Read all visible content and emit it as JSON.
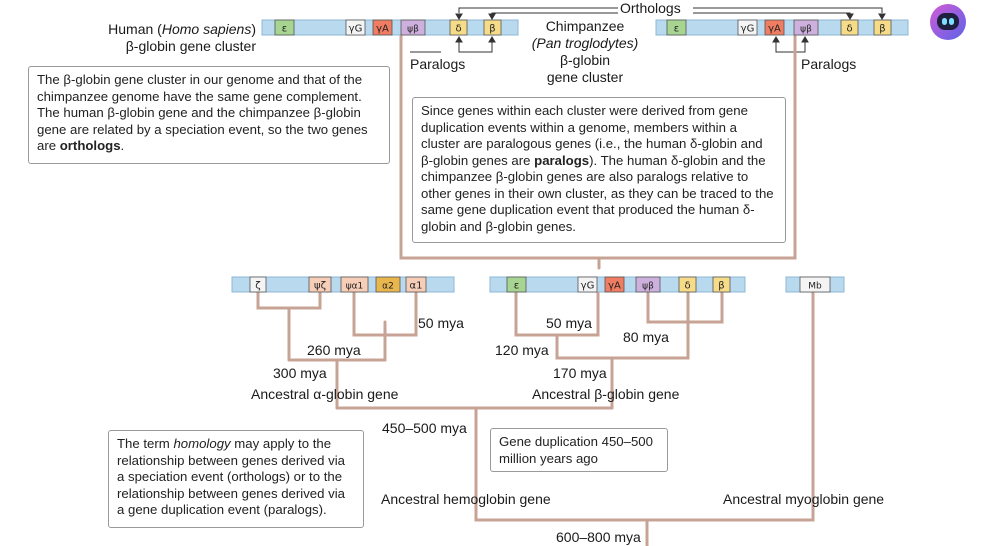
{
  "colors": {
    "chromosome": "#b9d9ef",
    "chromosome_border": "#8fb8d6",
    "connector": "#c7a395",
    "ortholog_line": "#333333",
    "epsilon": "#a7d490",
    "gamma": "#f4f4f4",
    "gammaA": "#f07c62",
    "psi": "#cdb0dd",
    "delta": "#f6dc88",
    "beta": "#f6dc88",
    "zeta": "#f4f4f4",
    "psi_zeta": "#f6cdb7",
    "psi_alpha": "#f6cdb7",
    "alpha2": "#e8b64d",
    "alpha1": "#f6cdb7",
    "mb": "#f4f4f4",
    "bot_icon": "#b05ae0"
  },
  "genes": {
    "epsilon": "ε",
    "gammaG": "γG",
    "gammaA": "γA",
    "psiBeta": "ψβ",
    "delta": "δ",
    "beta": "β",
    "zeta": "ζ",
    "psiZeta": "ψζ",
    "psiAlpha1": "ψα1",
    "alpha2": "α2",
    "alpha1": "α1",
    "myoglobin": "Mb"
  },
  "labels": {
    "human_line1_prefix": "Human (",
    "human_line1_species": "Homo sapiens",
    "human_line1_suffix": ")",
    "human_line2": "β-globin gene cluster",
    "chimp_line1": "Chimpanzee",
    "chimp_line2": "(Pan troglodytes)",
    "chimp_line3": "β-globin",
    "chimp_line4": "gene cluster",
    "orthologs": "Orthologs",
    "paralogs_left": "Paralogs",
    "paralogs_right": "Paralogs",
    "mya_50_alpha": "50 mya",
    "mya_260": "260 mya",
    "mya_300": "300 mya",
    "ancestral_alpha": "Ancestral α-globin gene",
    "mya_50_beta": "50 mya",
    "mya_80": "80 mya",
    "mya_120": "120 mya",
    "mya_170": "170 mya",
    "ancestral_beta": "Ancestral β-globin gene",
    "mya_450_500": "450–500 mya",
    "ancestral_hemoglobin": "Ancestral hemoglobin gene",
    "ancestral_myoglobin": "Ancestral myoglobin gene",
    "mya_600_800": "600–800 mya"
  },
  "boxes": {
    "orthologs_box": {
      "p1": "The β-globin gene cluster in our genome and that of the chimpanzee genome have the same gene complement. The human β-globin gene and the chimpanzee β-globin gene are related by a speciation event, so the two genes are ",
      "bold": "orthologs",
      "p2": "."
    },
    "paralogs_box": {
      "p1": "Since genes within each cluster were derived from gene duplication events within a genome, members within a cluster are paralogous genes (i.e., the human δ-globin and β-globin genes are ",
      "bold": "paralogs",
      "p2": "). The human δ-globin and the chimpanzee β-globin genes are also paralogs relative to other genes in their own cluster, as they can be traced to the same gene duplication event that produced the human δ-globin and β-globin genes."
    },
    "homology_box": {
      "p1": "The term ",
      "italic": "homology",
      "p2": " may apply to the relationship between genes derived via a speciation event (orthologs) or to the relationship between genes derived via a gene duplication event (paralogs)."
    },
    "duplication_box": {
      "text": "Gene duplication 450–500 million years ago"
    }
  }
}
